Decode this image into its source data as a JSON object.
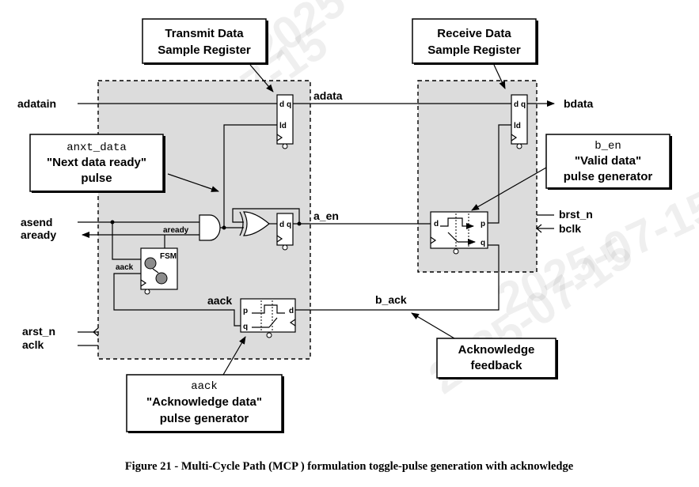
{
  "callouts": {
    "transmit_register": [
      "Transmit Data",
      "Sample Register"
    ],
    "receive_register": [
      "Receive Data",
      "Sample Register"
    ],
    "anxt_data": {
      "signal": "anxt_data",
      "lines": [
        "\"Next data ready\"",
        "pulse"
      ]
    },
    "b_en": {
      "signal": "b_en",
      "lines": [
        "\"Valid data\"",
        "pulse generator"
      ]
    },
    "ack_feedback": [
      "Acknowledge",
      "feedback"
    ],
    "aack": {
      "signal": "aack",
      "lines": [
        "\"Acknowledge data\"",
        "pulse generator"
      ]
    }
  },
  "signals": {
    "adatain": "adatain",
    "adata": "adata",
    "bdata": "bdata",
    "asend": "asend",
    "aready": "aready",
    "aready_inner": "aready",
    "a_en": "a_en",
    "brst_n": "brst_n",
    "bclk": "bclk",
    "aack_inner": "aack",
    "aack": "aack",
    "b_ack": "b_ack",
    "arst_n": "arst_n",
    "aclk": "aclk"
  },
  "pins": {
    "d": "d",
    "q": "q",
    "ld": "ld",
    "p": "p",
    "fsm": "FSM"
  },
  "watermark": [
    "2025-07-15",
    "2025-07-15",
    "2025-07-15",
    "2025-07-15"
  ],
  "caption": "Figure 21 - Multi-Cycle Path (MCP ) formulation toggle-pulse generation with acknowledge"
}
